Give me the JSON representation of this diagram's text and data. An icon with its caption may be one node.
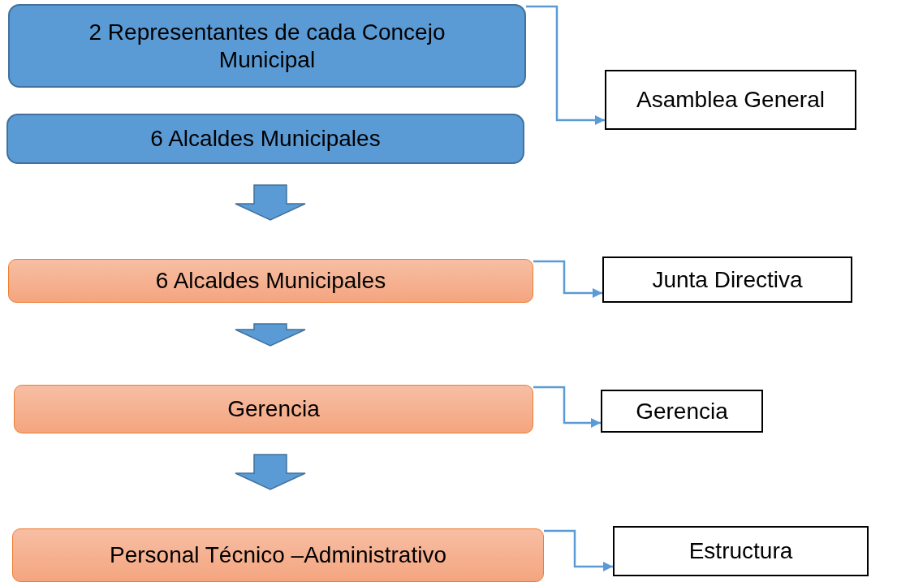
{
  "diagram": {
    "nodes": [
      {
        "text": [
          "2 Representantes de cada Concejo Municipal"
        ]
      },
      {
        "text": [
          "6 Alcaldes Municipales"
        ]
      },
      {
        "text": [
          "Asamblea General"
        ]
      },
      {
        "text": [
          "6 Alcaldes Municipales"
        ]
      },
      {
        "text": [
          "Junta Directiva"
        ]
      },
      {
        "text": [
          "Gerencia"
        ]
      },
      {
        "text": [
          "Gerencia"
        ]
      },
      {
        "text": [
          "Personal Técnico –Administrativo"
        ]
      },
      {
        "text": [
          "Estructura"
        ]
      }
    ],
    "edges": [
      {
        "from": 0,
        "to": 2,
        "arrow": "to"
      },
      {
        "from": 1,
        "to": 3,
        "arrow": "to",
        "style": "thick"
      },
      {
        "from": 3,
        "to": 4,
        "arrow": "to"
      },
      {
        "from": 3,
        "to": 5,
        "arrow": "to",
        "style": "thick"
      },
      {
        "from": 5,
        "to": 6,
        "arrow": "to"
      },
      {
        "from": 5,
        "to": 7,
        "arrow": "to",
        "style": "thick"
      },
      {
        "from": 7,
        "to": 8,
        "arrow": "to"
      }
    ]
  }
}
